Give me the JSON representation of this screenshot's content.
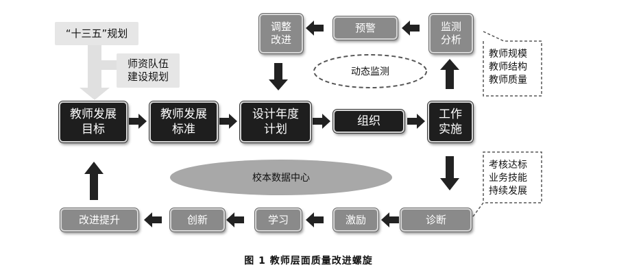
{
  "title_note": "“十三五”规划",
  "plan_note": "师资队伍\n建设规划",
  "nodes": {
    "goal": "教师发展\n目标",
    "standard": "教师发展\n标准",
    "plan": "设计年度\n计划",
    "organize": "组织",
    "work": "工作\n实施",
    "adjust": "调整\n改进",
    "warn": "预警",
    "monitor": "监测\n分析",
    "diagnose": "诊断",
    "incentive": "激励",
    "learn": "学习",
    "innovate": "创新",
    "improve": "改进提升"
  },
  "dynamic_monitoring": "动态监测",
  "data_center": "校本数据中心",
  "side_note_top": "教师规模\n教师结构\n教师质量",
  "side_note_bottom": "考核达标\n业务技能\n持续发展",
  "caption": "图 1    教师层面质量改进螺旋",
  "colors": {
    "dark_box": "#1e1e1e",
    "gray_box": "#8a8a8a",
    "light_box": "#e6e6e6",
    "arrow": "#222222"
  }
}
